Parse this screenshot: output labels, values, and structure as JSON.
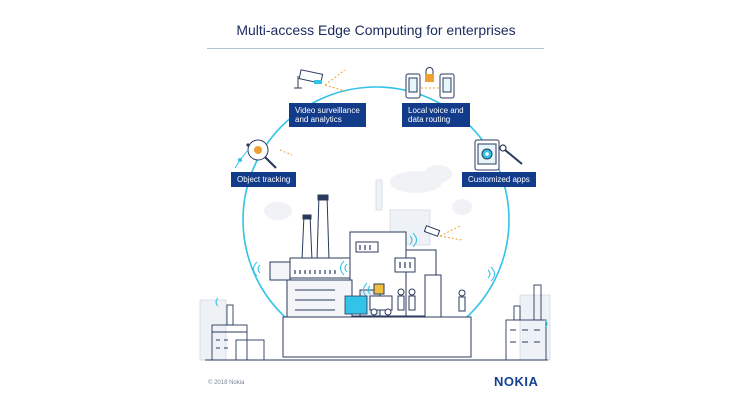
{
  "title": "Multi-access Edge Computing for enterprises",
  "labels": {
    "video": {
      "line1": "Video surveillance",
      "line2": "and analytics"
    },
    "voice": {
      "line1": "Local voice and",
      "line2": "data routing"
    },
    "tracking": "Object tracking",
    "apps": "Customized apps"
  },
  "footer": "© 2018 Nokia",
  "logo": "NOKIA",
  "icons": [
    "camera-icon",
    "smartphone-icon",
    "lock-icon",
    "magnifier-icon",
    "tablet-gear-icon",
    "wrench-icon",
    "factory-illustration"
  ],
  "colors": {
    "navy": "#123b8a",
    "cyan": "#32c3e8",
    "orange": "#f0a030",
    "line": "#2b3a5c"
  }
}
